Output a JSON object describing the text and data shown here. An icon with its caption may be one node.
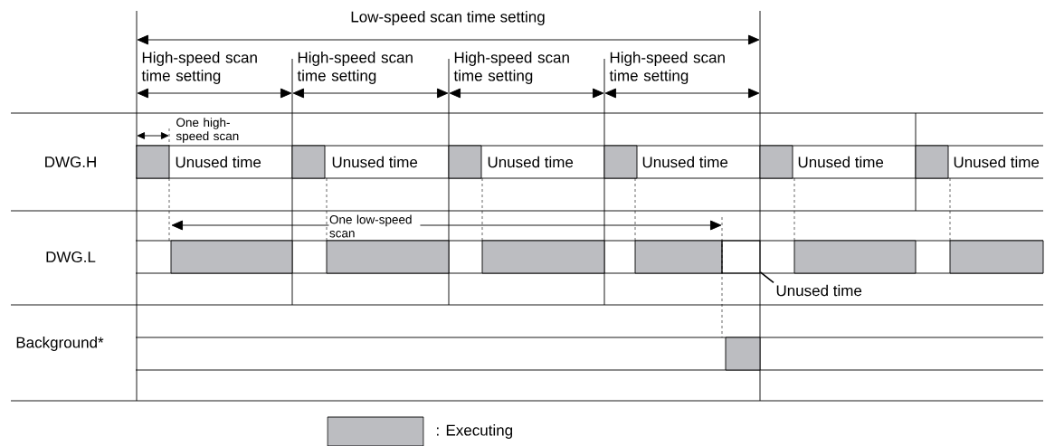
{
  "diagram": {
    "nodes": [
      {
        "text": [
          "Unused time"
        ]
      },
      {
        "text": [],
        "shape": "box"
      }
    ],
    "edges": [
      {
        "from": 0,
        "to": 1,
        "arrow": "none"
      }
    ],
    "labels": [
      "Low-speed scan time setting",
      "High-speed scan time setting",
      "High-speed scan time setting",
      "High-speed scan time setting",
      "High-speed scan time setting",
      "One high-speed scan",
      "DWG.H",
      "Unused time",
      "Unused time",
      "Unused time",
      "Unused time",
      "Unused time",
      "Unused time",
      "One low-speed scan",
      "DWG.L",
      "Background*"
    ],
    "legend": [
      {
        "text": ": Executing",
        "color": "#bcbdc1"
      }
    ]
  }
}
